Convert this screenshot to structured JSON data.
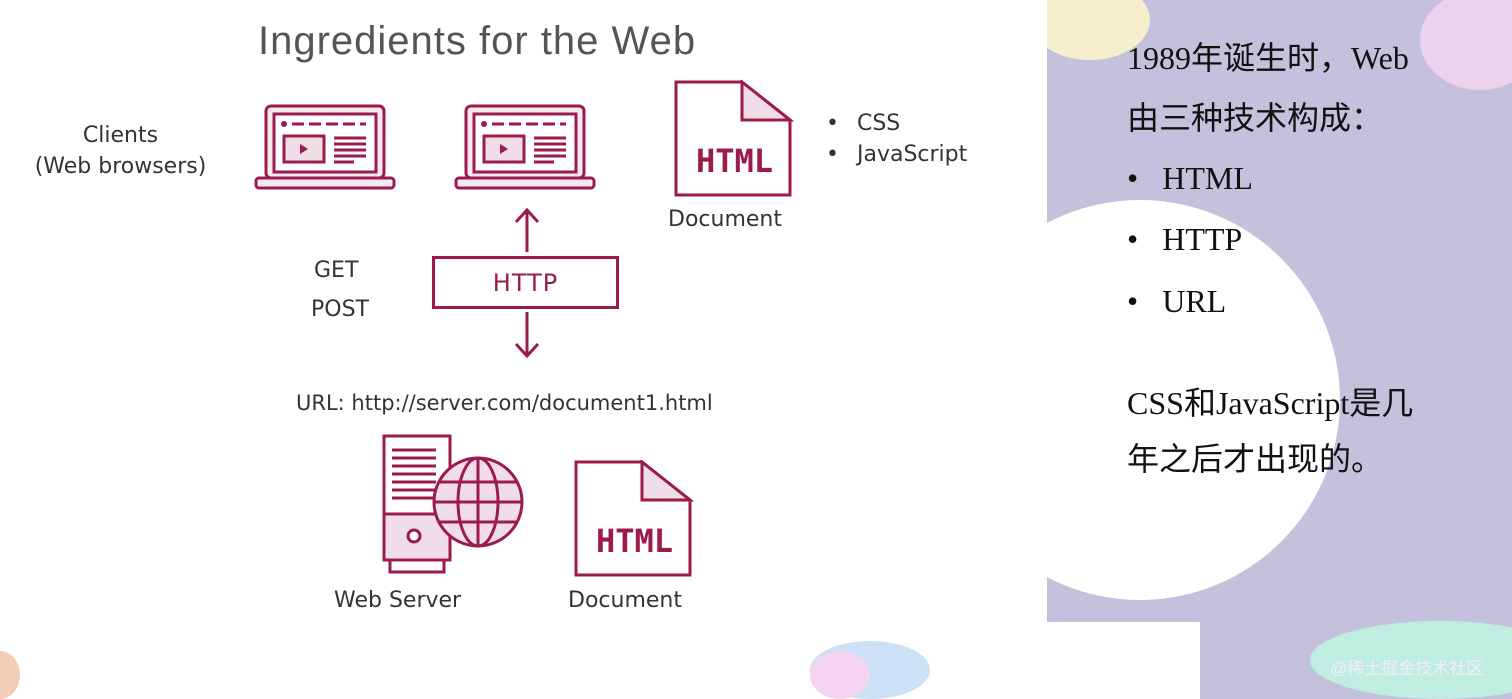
{
  "slide": {
    "title": "Ingredients for the Web",
    "clients_label": [
      "Clients",
      "(Web browsers)"
    ],
    "document_label_top": "Document",
    "extras": [
      "CSS",
      "JavaScript"
    ],
    "methods": [
      "GET",
      "POST"
    ],
    "http_label": "HTTP",
    "url_line": "URL: http://server.com/document1.html",
    "web_server_label": "Web Server",
    "document_label_bottom": "Document",
    "html_icon_text": "HTML",
    "accent_color": "#9b1b4e"
  },
  "notes": {
    "line1": "1989年诞生时，Web",
    "line2": "由三种技术构成：",
    "bullets": [
      "HTML",
      "HTTP",
      "URL"
    ],
    "bullet_glyph": "•",
    "para_line1": "CSS和JavaScript是几",
    "para_line2": "年之后才出现的。"
  },
  "watermark": "@稀土掘金技术社区"
}
